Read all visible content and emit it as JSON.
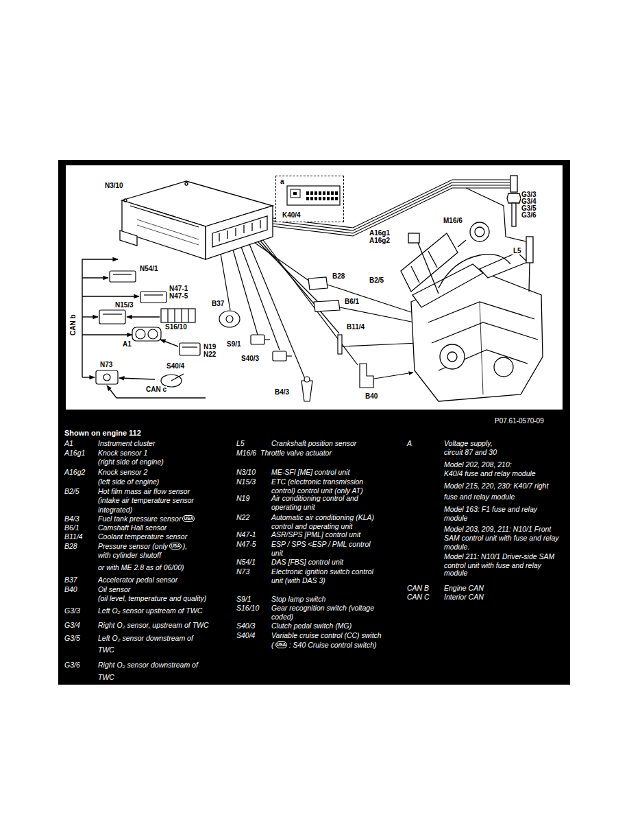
{
  "diagram": {
    "nodes": [
      {
        "text": [
          "a",
          "K40/4"
        ]
      }
    ],
    "labels": [
      "N3/10",
      "G3/3",
      "G3/4",
      "G3/5",
      "G3/6",
      "M16/6",
      "A16g1",
      "A16g2",
      "L5",
      "N54/1",
      "B28",
      "B2/5",
      "N47-1",
      "N47-5",
      "B6/1",
      "B37",
      "N15/3",
      "CAN b",
      "B11/4",
      "S16/10",
      "A1",
      "S9/1",
      "N19",
      "N22",
      "S40/3",
      "N73",
      "S40/4",
      "CAN c",
      "B4/3",
      "B40",
      "P07.61-0570-09",
      "Shown on engine 112",
      "A1",
      "Instrument cluster",
      "A16g1",
      "Knock sensor 1",
      "(right side of engine)",
      "A16g2",
      "Knock sensor 2",
      "(left side of engine)",
      "B2/5",
      "Hot film mass air flow sensor",
      "(intake air temperature sensor",
      "integrated)",
      "B4/3",
      "Fuel tank pressure sensor",
      "USA",
      "B6/1",
      "Camshaft Hall sensor",
      "B11/4",
      "Coolant temperature sensor",
      "B28",
      "Pressure sensor (only",
      "USA",
      "),",
      "with cylinder shutoff",
      "or with ME 2.8 as of 06/00)",
      "B37",
      "Accelerator pedal sensor",
      "B40",
      "Oil sensor",
      "(oil level, temperature and quality)",
      "G3/3",
      "Left O₂ sensor upstream of TWC",
      "G3/4",
      "Right O₂ sensor, upstream of TWC",
      "G3/5",
      "Left O₂ sensor downstream of",
      "TWC",
      "G3/6",
      "Right O₂ sensor downstream of",
      "TWC",
      "L5",
      "Crankshaft position sensor",
      "M16/6",
      "Throttle valve actuator",
      "N3/10",
      "ME-SFI [ME] control unit",
      "N15/3",
      "ETC (electronic transmission",
      "control) control unit (only AT)",
      "N19",
      "Air conditioning control and",
      "operating unit",
      "N22",
      "Automatic air conditioning (KLA)",
      "control and operating unit",
      "N47-1",
      "ASR/SPS [PML] control unit",
      "N47-5",
      "ESP / SPS <ESP / PML control",
      "unit",
      "N54/1",
      "DAS [FBS] control unit",
      "N73",
      "Electronic ignition switch control",
      "unit (with DAS 3)",
      "S9/1",
      "Stop lamp switch",
      "S16/10",
      "Gear recognition switch (voltage",
      "coded)",
      "S40/3",
      "Clutch pedal switch (MG)",
      "S40/4",
      "Variable cruise control (CC) switch",
      "(",
      "USA",
      ": S40 Cruise control switch)",
      "A",
      "Voltage supply,",
      "circuit 87 and 30",
      "Model 202, 208, 210:",
      "K40/4 fuse and relay module",
      "Model 215, 220, 230: K40/7 right",
      "fuse and relay module",
      "Model 163: F1 fuse and relay",
      "module",
      "Model 203, 209, 211: N10/1 Front",
      "SAM control unit with fuse and relay",
      "module.",
      "Model 211: N10/1 Driver-side SAM",
      "control unit with fuse and relay",
      "module",
      "CAN B",
      "Engine CAN",
      "CAN C",
      "Interior CAN"
    ]
  }
}
